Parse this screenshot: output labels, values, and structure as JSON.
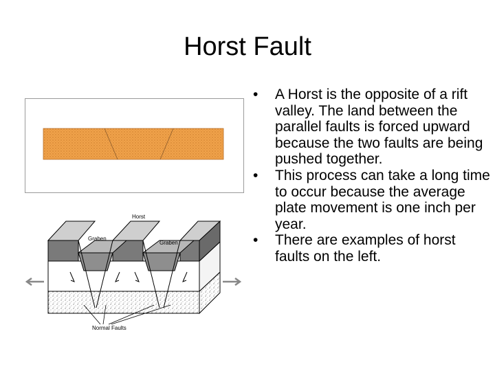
{
  "slide": {
    "title": "Horst Fault",
    "bullet_symbol": "•",
    "bullets": [
      "A Horst is the opposite of a rift valley.  The land between the parallel faults is forced upward because the two faults are being pushed together.",
      "This process can take a long time to occur because the average plate movement is one inch per year.",
      "There are examples of horst faults on the left."
    ]
  },
  "diagram": {
    "labels": {
      "horst": "Horst",
      "graben_left": "Graben",
      "graben_right": "Graben",
      "normal_faults": "Normal Faults"
    }
  }
}
